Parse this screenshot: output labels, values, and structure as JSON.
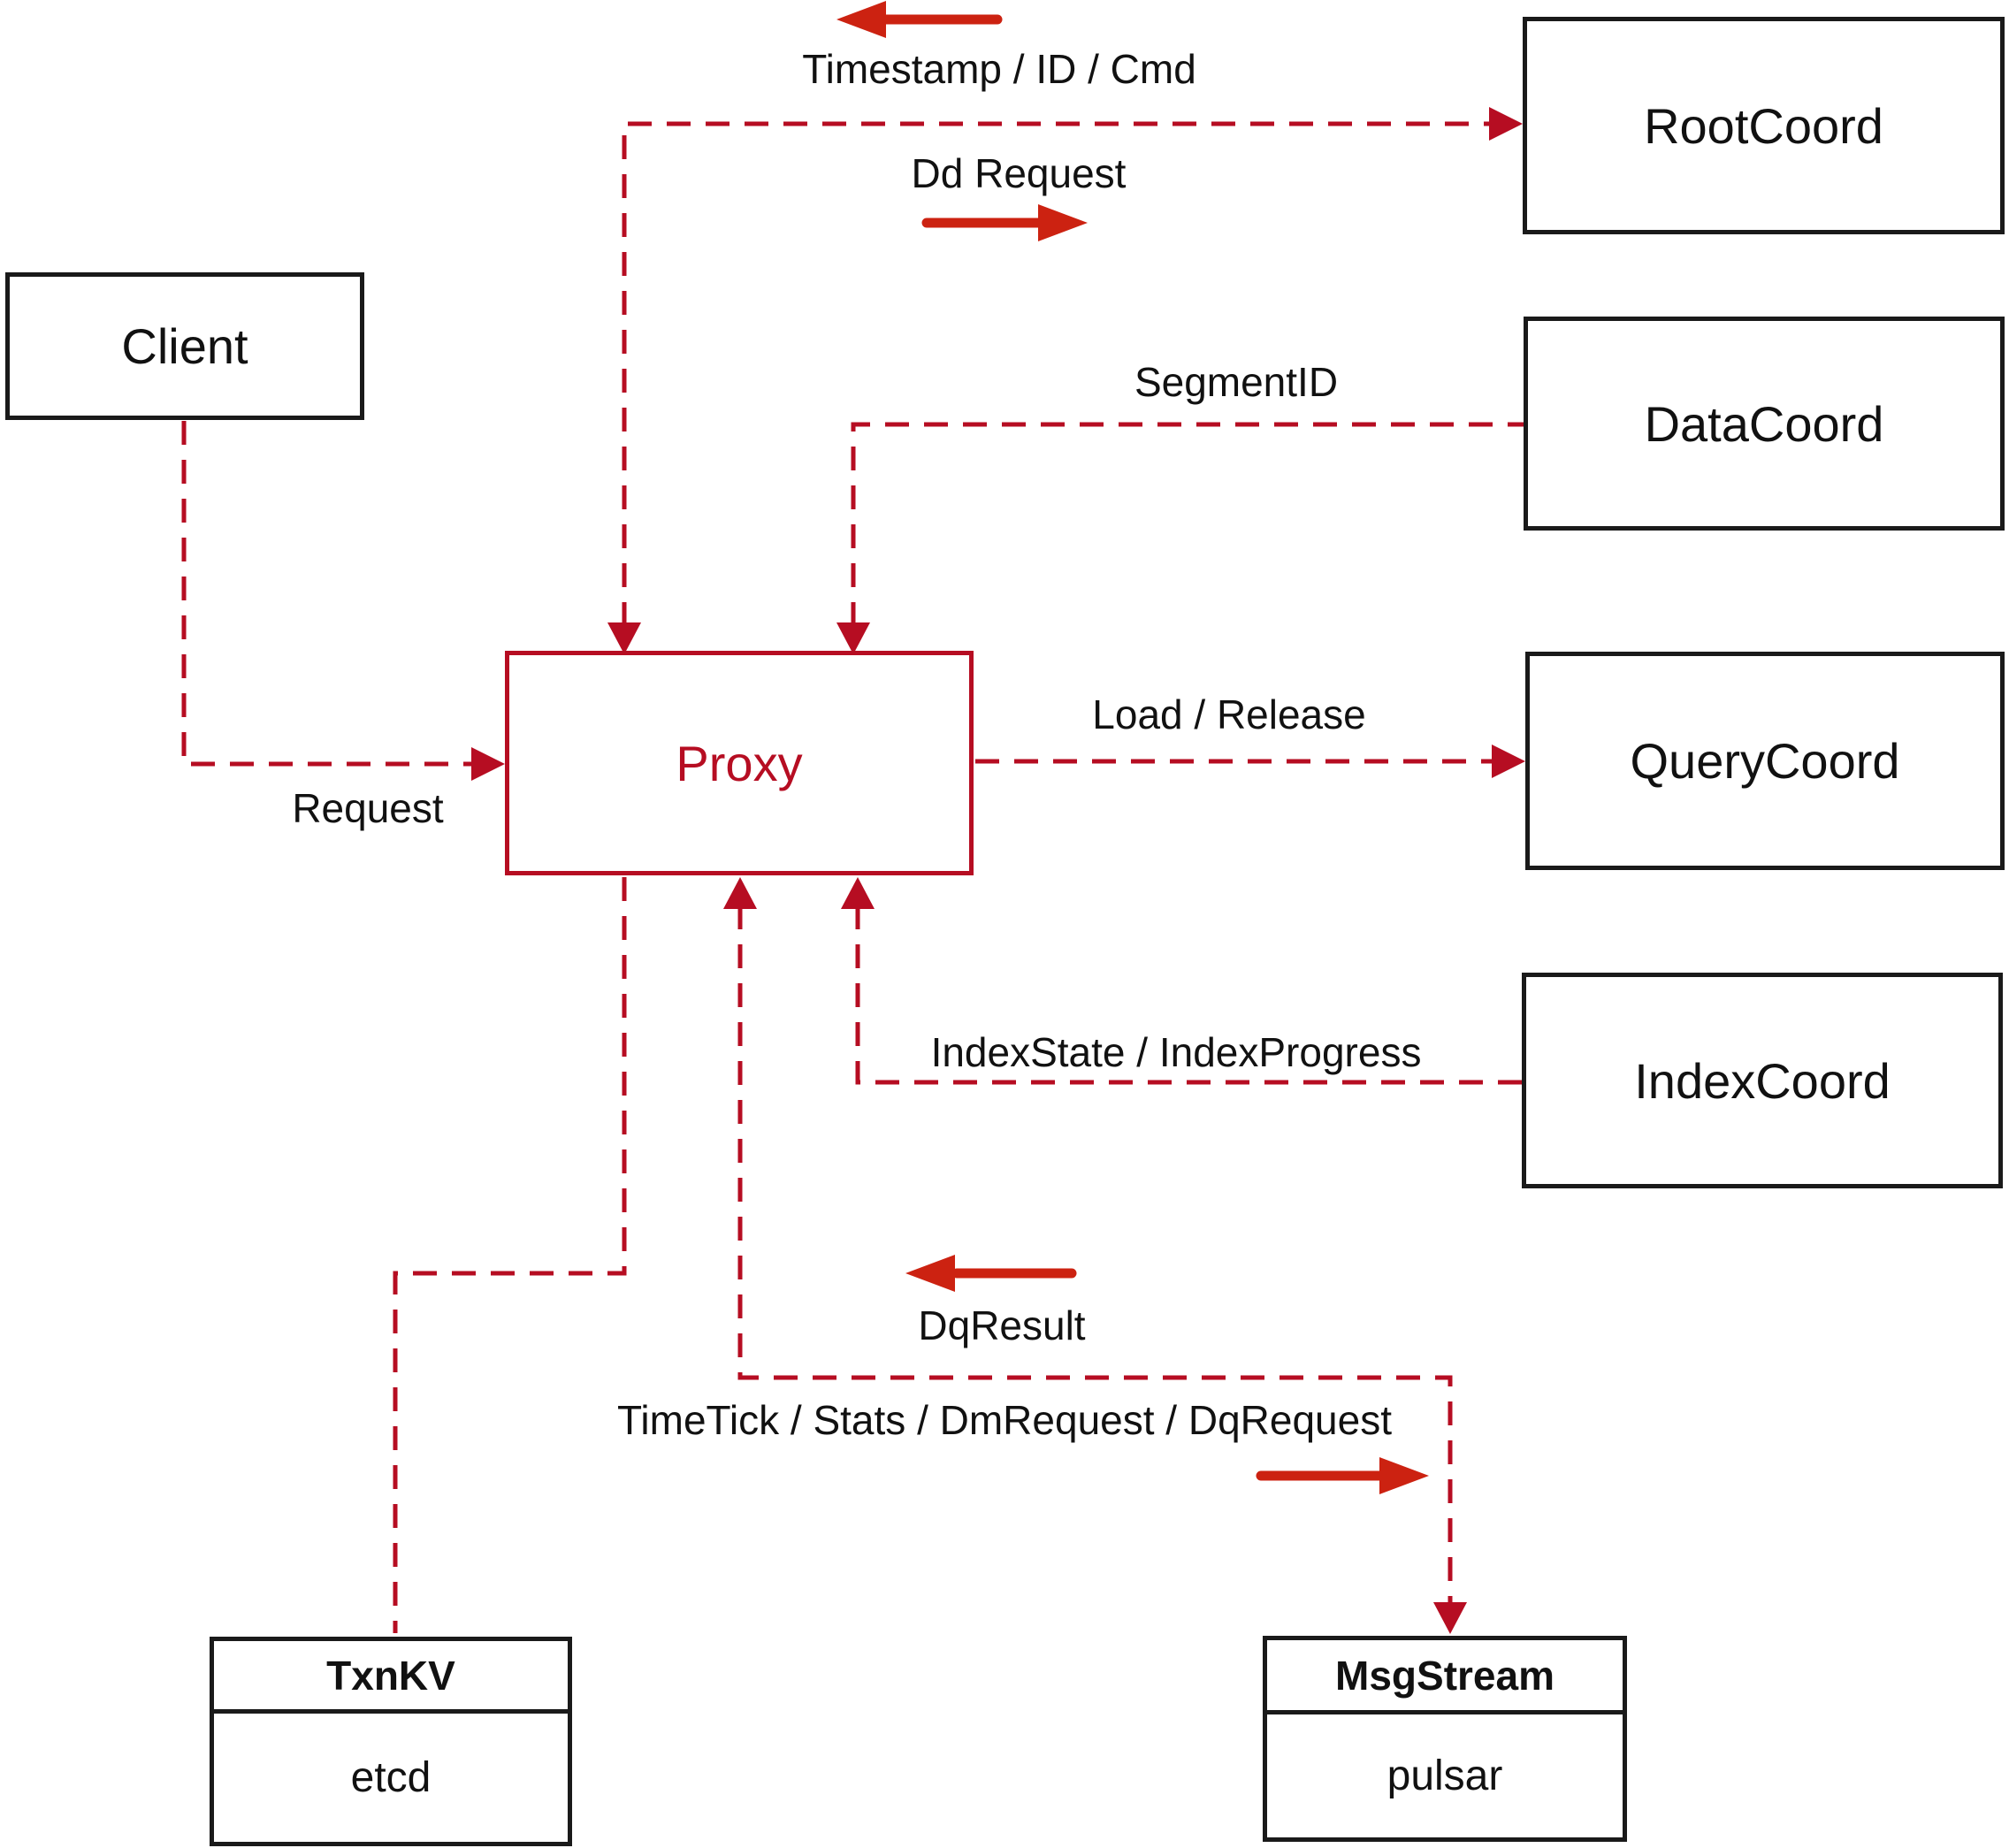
{
  "diagram": {
    "title_hint": "Milvus proxy architecture diagram",
    "colors": {
      "dashed_line": "#b60d22",
      "solid_arrow": "#cc2211",
      "box_border": "#1a1a1a",
      "text": "#111111",
      "background": "#ffffff"
    },
    "nodes": {
      "client": {
        "label": "Client"
      },
      "proxy": {
        "label": "Proxy"
      },
      "root_coord": {
        "label": "RootCoord"
      },
      "data_coord": {
        "label": "DataCoord"
      },
      "query_coord": {
        "label": "QueryCoord"
      },
      "index_coord": {
        "label": "IndexCoord"
      },
      "txn_kv": {
        "title": "TxnKV",
        "subtitle": "etcd"
      },
      "msg_stream": {
        "title": "MsgStream",
        "subtitle": "pulsar"
      }
    },
    "edge_labels": {
      "timestamp_id_cmd": "Timestamp / ID / Cmd",
      "dd_request": "Dd Request",
      "segment_id": "SegmentID",
      "request": "Request",
      "load_release": "Load / Release",
      "index_state": "IndexState / IndexProgress",
      "dq_result": "DqResult",
      "time_tick": "TimeTick / Stats / DmRequest / DqRequest"
    }
  }
}
